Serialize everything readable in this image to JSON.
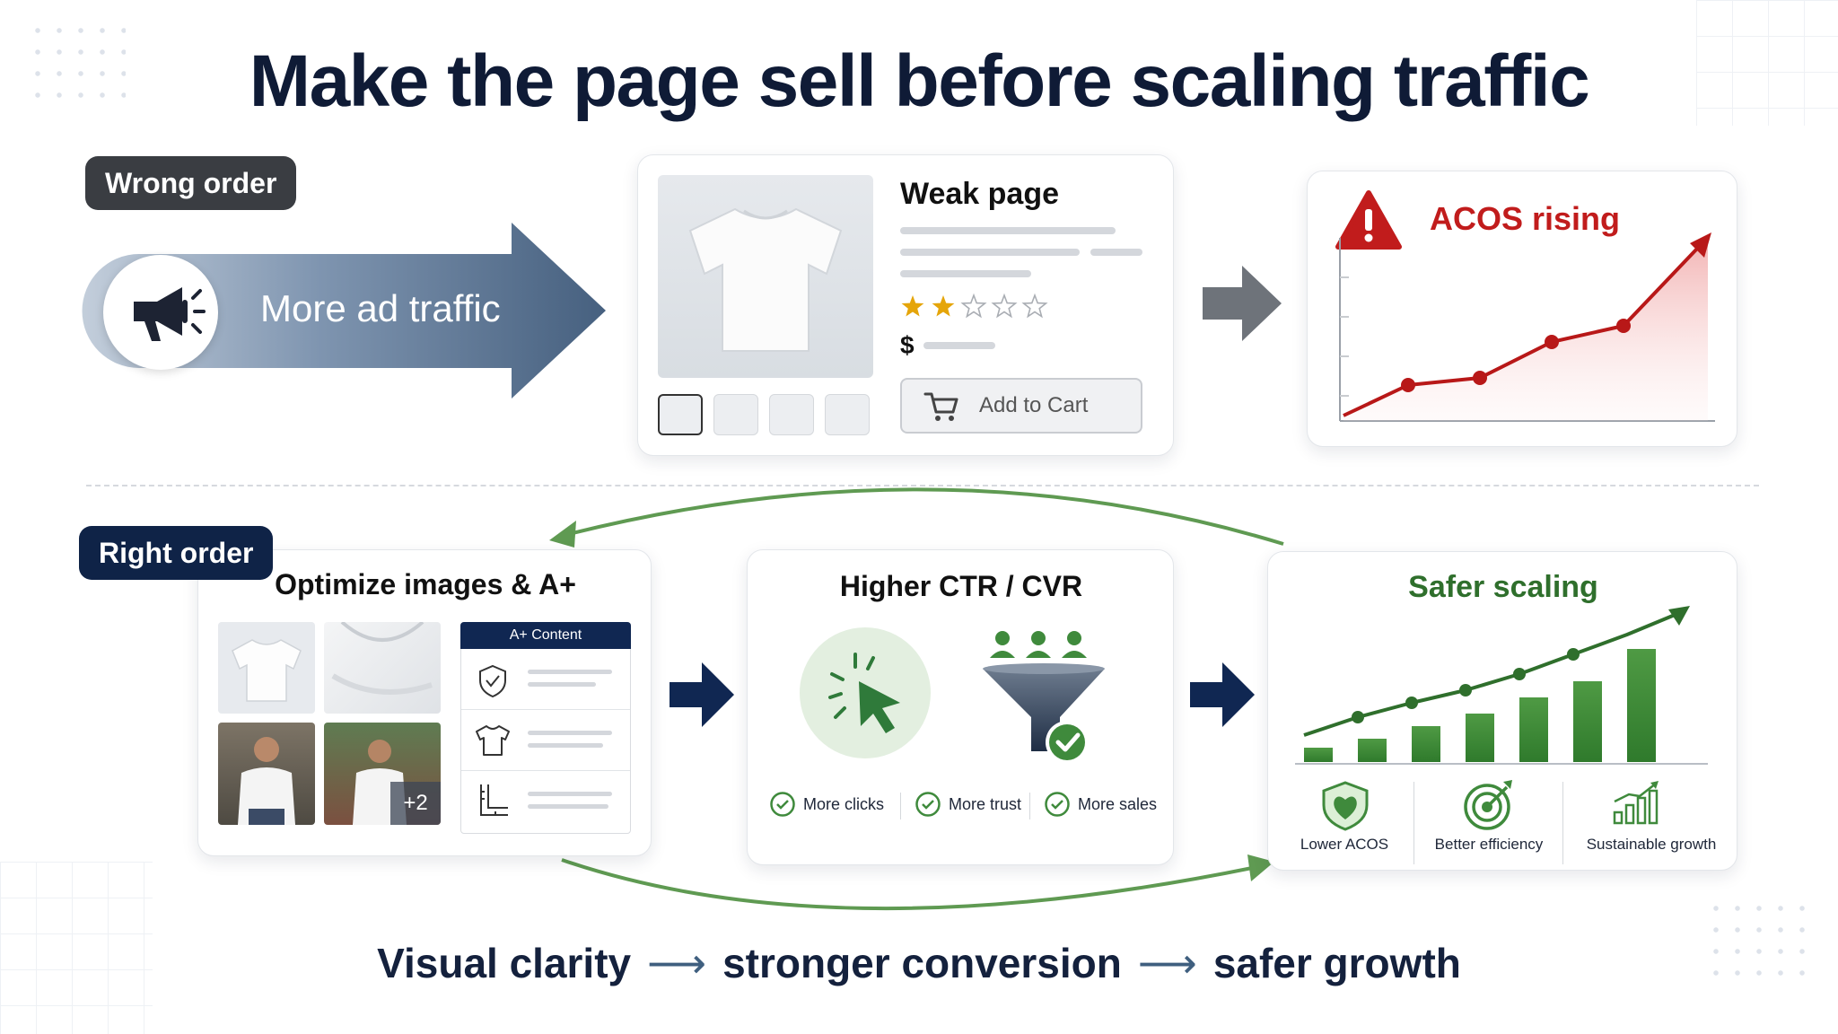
{
  "title": "Make the page sell before scaling traffic",
  "wrong_order": {
    "label": "Wrong order",
    "ad_traffic": "More ad traffic",
    "weak_page": {
      "title": "Weak page",
      "stars_filled": 2,
      "stars_total": 5,
      "price_symbol": "$",
      "add_to_cart": "Add to Cart"
    },
    "acos": {
      "title": "ACOS rising"
    }
  },
  "right_order": {
    "label": "Right order",
    "optimize": {
      "title": "Optimize images & A+",
      "aplus_header": "A+ Content",
      "more_images": "+2"
    },
    "ctr": {
      "title": "Higher CTR / CVR",
      "checks": [
        "More clicks",
        "More trust",
        "More sales"
      ]
    },
    "scaling": {
      "title": "Safer scaling",
      "benefits": [
        "Lower ACOS",
        "Better efficiency",
        "Sustainable growth"
      ]
    }
  },
  "tagline": {
    "part1": "Visual clarity",
    "part2": "stronger conversion",
    "part3": "safer growth"
  },
  "colors": {
    "navy": "#0f2347",
    "slate_arrow": "#4a6485",
    "danger": "#c11c1c",
    "green": "#3f8a3c",
    "green_title": "#2f6f2c"
  }
}
